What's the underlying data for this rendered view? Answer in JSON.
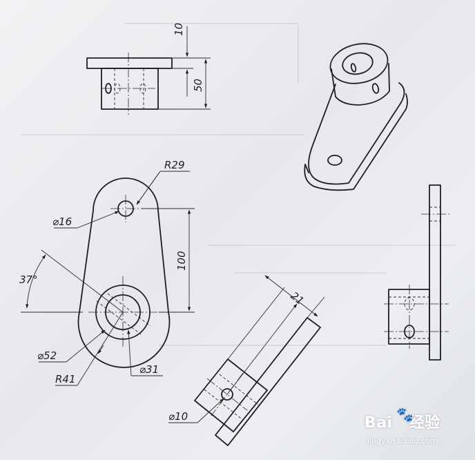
{
  "drawing": {
    "dimensions": {
      "thickness": "10",
      "height": "50",
      "upper_radius": "R29",
      "upper_hole": "⌀16",
      "center_distance": "100",
      "angle": "37°",
      "boss_outer": "⌀52",
      "base_radius": "R41",
      "boss_bore": "⌀31",
      "aux_width": "21",
      "aux_hole": "⌀10"
    }
  },
  "watermark": {
    "logo": "Bai",
    "logo_suffix": "经验",
    "url": "jingyan.baidu.com"
  },
  "colors": {
    "ink": "#1e1e22",
    "paper": "#eceef1"
  }
}
